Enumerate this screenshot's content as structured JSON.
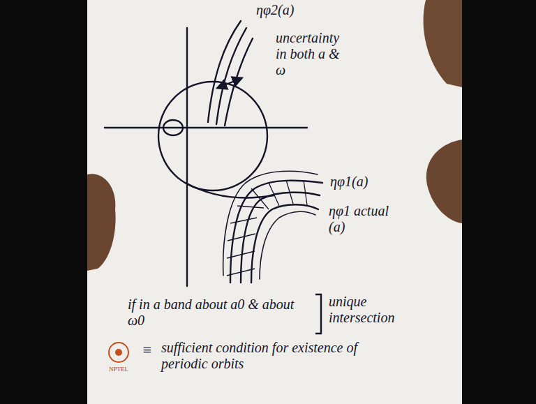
{
  "diagram": {
    "labels": [
      "ηφ2(a)",
      "uncertainty in both a & ω",
      "ηφ1(a)",
      "ηφ1 actual (a)",
      "if in a band about a0 & about ω0",
      "unique intersection",
      "≡",
      "sufficient condition for existence of periodic orbits",
      "NPTEL"
    ]
  }
}
